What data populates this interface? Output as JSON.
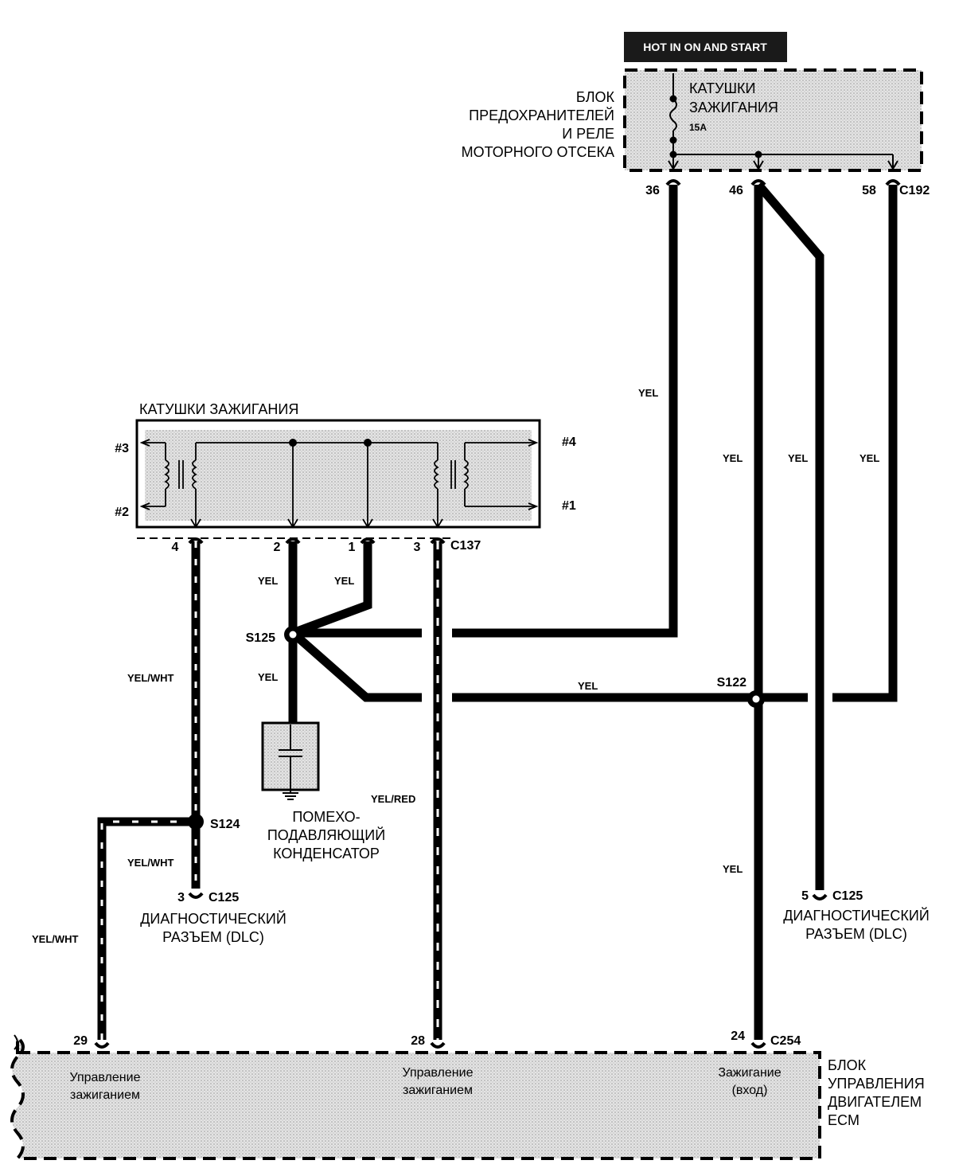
{
  "header_badge": "HOT IN ON AND START",
  "fuse_block": {
    "name_lines": [
      "БЛОК",
      "ПРЕДОХРАНИТЕЛЕЙ",
      "И РЕЛЕ",
      "МОТОРНОГО ОТСЕКА"
    ],
    "fuse_name_lines": [
      "КАТУШКИ",
      "ЗАЖИГАНИЯ"
    ],
    "fuse_rating": "15A",
    "connector": "C192",
    "pins": [
      "36",
      "46",
      "58"
    ]
  },
  "coil_pack": {
    "title": "КАТУШКИ ЗАЖИГАНИЯ",
    "left_outputs": [
      "#3",
      "#2"
    ],
    "right_outputs": [
      "#4",
      "#1"
    ],
    "connector": "C137",
    "pins": [
      "4",
      "2",
      "1",
      "3"
    ]
  },
  "splices": [
    "S125",
    "S122",
    "S124"
  ],
  "wire_colors": {
    "yel": "YEL",
    "yel_wht": "YEL/WHT",
    "yel_red": "YEL/RED"
  },
  "capacitor": {
    "label_lines": [
      "ПОМЕХО-",
      "ПОДАВЛЯЮЩИЙ",
      "КОНДЕНСАТОР"
    ]
  },
  "dlc_left": {
    "pin": "3",
    "connector": "C125",
    "label_lines": [
      "ДИАГНОСТИЧЕСКИЙ",
      "РАЗЪЕМ (DLC)"
    ]
  },
  "dlc_right": {
    "pin": "5",
    "connector": "C125",
    "label_lines": [
      "ДИАГНОСТИЧЕСКИЙ",
      "РАЗЪЕМ (DLC)"
    ]
  },
  "ecm": {
    "name_lines": [
      "БЛОК",
      "УПРАВЛЕНИЯ",
      "ДВИГАТЕЛЕМ",
      "ECM"
    ],
    "connector": "C254",
    "pins": [
      "29",
      "28",
      "24"
    ],
    "functions": [
      [
        "Управление",
        "зажиганием"
      ],
      [
        "Управление",
        "зажиганием"
      ],
      [
        "Зажигание",
        "(вход)"
      ]
    ]
  }
}
